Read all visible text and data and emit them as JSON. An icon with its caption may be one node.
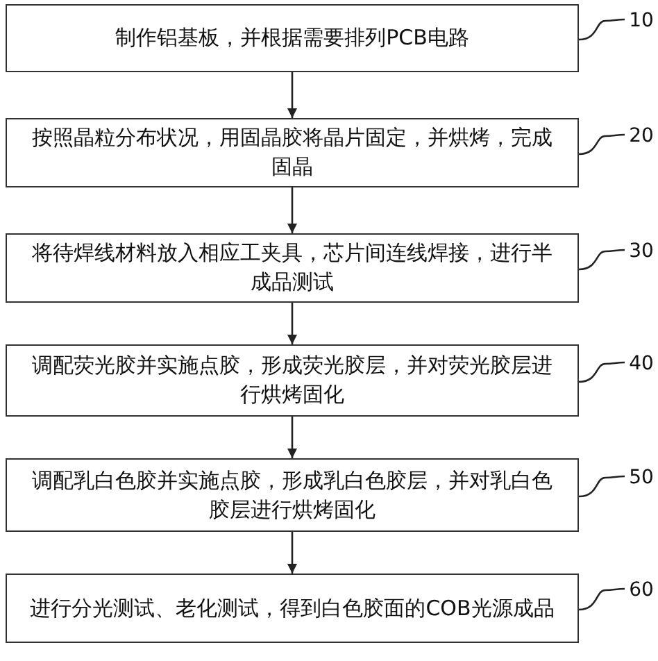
{
  "diagram": {
    "nodes": [
      {
        "text": [
          "制作铝基板，并根据需要排列PCB电路"
        ]
      },
      {
        "text": [
          "按照晶粒分布状况，用固晶胶将晶片固定，并烘烤，完成固晶"
        ]
      },
      {
        "text": [
          "将待焊线材料放入相应工夹具，芯片间连线焊接，进行半成品测试"
        ]
      },
      {
        "text": [
          "调配荧光胶并实施点胶，形成荧光胶层，并对荧光胶层进行烘烤固化"
        ]
      },
      {
        "text": [
          "调配乳白色胶并实施点胶，形成乳白色胶层，并对乳白色胶层进行烘烤固化"
        ]
      },
      {
        "text": [
          "进行分光测试、老化测试，得到白色胶面的COB光源成品"
        ]
      },
      {
        "text": [
          "10"
        ]
      },
      {
        "text": [
          "20"
        ]
      },
      {
        "text": [
          "30"
        ]
      },
      {
        "text": [
          "40"
        ]
      },
      {
        "text": [
          "50"
        ]
      },
      {
        "text": [
          "60"
        ]
      }
    ],
    "edges": [
      {
        "from": 0,
        "to": 1,
        "arrow": "to"
      },
      {
        "from": 1,
        "to": 2,
        "arrow": "to"
      },
      {
        "from": 2,
        "to": 3,
        "arrow": "to"
      },
      {
        "from": 3,
        "to": 4,
        "arrow": "to"
      },
      {
        "from": 4,
        "to": 5,
        "arrow": "to"
      },
      {
        "from": 6,
        "to": 0,
        "arrow": "none"
      },
      {
        "from": 7,
        "to": 1,
        "arrow": "none"
      },
      {
        "from": 8,
        "to": 2,
        "arrow": "none"
      },
      {
        "from": 9,
        "to": 3,
        "arrow": "none"
      },
      {
        "from": 10,
        "to": 4,
        "arrow": "none"
      },
      {
        "from": 11,
        "to": 5,
        "arrow": "none"
      }
    ]
  }
}
